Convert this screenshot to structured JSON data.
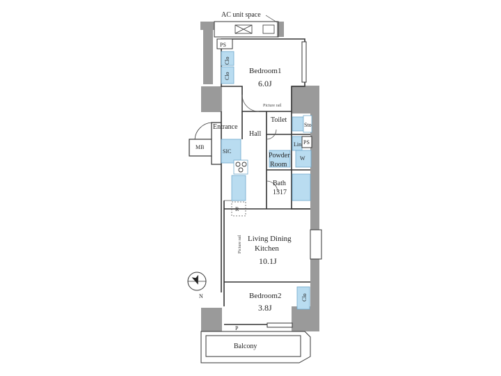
{
  "labels": {
    "ac_unit_space": "AC unit space",
    "bedroom1": "Bedroom1",
    "bedroom1_size": "6.0J",
    "picture_rail_top": "Picture rail",
    "toilet": "Toilet",
    "sto": "Sto",
    "entrance": "Entrance",
    "hall": "Hall",
    "mb": "MB",
    "sic": "SIC",
    "lin": "Lin",
    "ps_mid": "PS",
    "ps_top": "PS",
    "powder_room_1": "Powder",
    "powder_room_2": "Room",
    "w": "W",
    "bath": "Bath",
    "bath_size": "1317",
    "r": "R",
    "ldk_1": "Living Dining",
    "ldk_2": "Kitchen",
    "ldk_size": "10.1J",
    "picture_rail_side": "Picture rail",
    "bedroom2": "Bedroom2",
    "bedroom2_size": "3.8J",
    "clo_b1a": "Clo",
    "clo_b1b": "Clo",
    "clo_b2": "Clo",
    "p": "P",
    "balcony": "Balcony",
    "north": "N"
  },
  "colors": {
    "wall": "#9a9a9a",
    "wall_dark": "#7d7d7d",
    "line": "#333333",
    "fixture_blue": "#b9dcf0",
    "fixture_stroke": "#6fa8cc"
  }
}
